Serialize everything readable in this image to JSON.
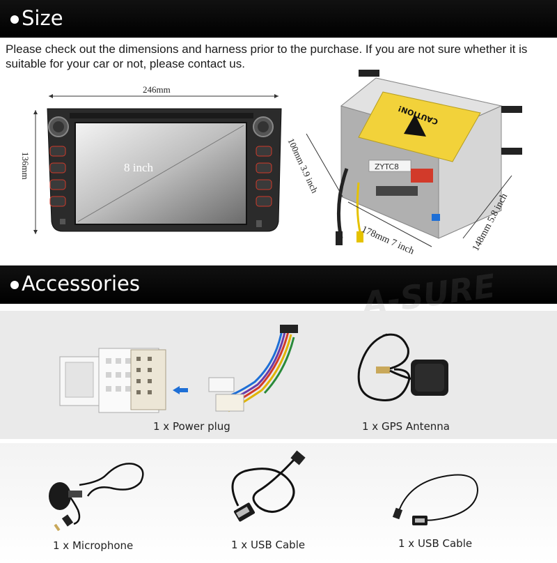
{
  "size_section": {
    "title": "Size",
    "intro_text": "Please check out the dimensions  and harness prior to the purchase. If you are not sure whether it is suitable for your car or not, please contact us.",
    "width_label": "246mm",
    "height_label": "136mm",
    "screen_label": "8 inch",
    "depth_label_left": "100mm 3.9 inch",
    "depth_label_bottom": "178mm 7 inch",
    "depth_label_right": "148mm 5.8 inch",
    "caution_label": "CAUTION!",
    "unit_model_label": "ZYTC8"
  },
  "accessories_section": {
    "title": "Accessories",
    "watermark": "A-SURE",
    "items": [
      {
        "caption": "1 x Power plug",
        "icon": "power-plug-icon"
      },
      {
        "caption": "1 x GPS Antenna",
        "icon": "gps-antenna-icon"
      },
      {
        "caption": "1 x Microphone",
        "icon": "microphone-icon"
      },
      {
        "caption": "1 x USB Cable",
        "icon": "usb-cable-icon"
      },
      {
        "caption": "1 x USB Cable",
        "icon": "usb-cable-short-icon"
      }
    ]
  },
  "colors": {
    "header_band": "#000000",
    "row_background": "#eaeaea",
    "arrow_blue": "#1e6fd6",
    "caution_yellow": "#f2d23a",
    "button_red": "#d23a2a"
  }
}
